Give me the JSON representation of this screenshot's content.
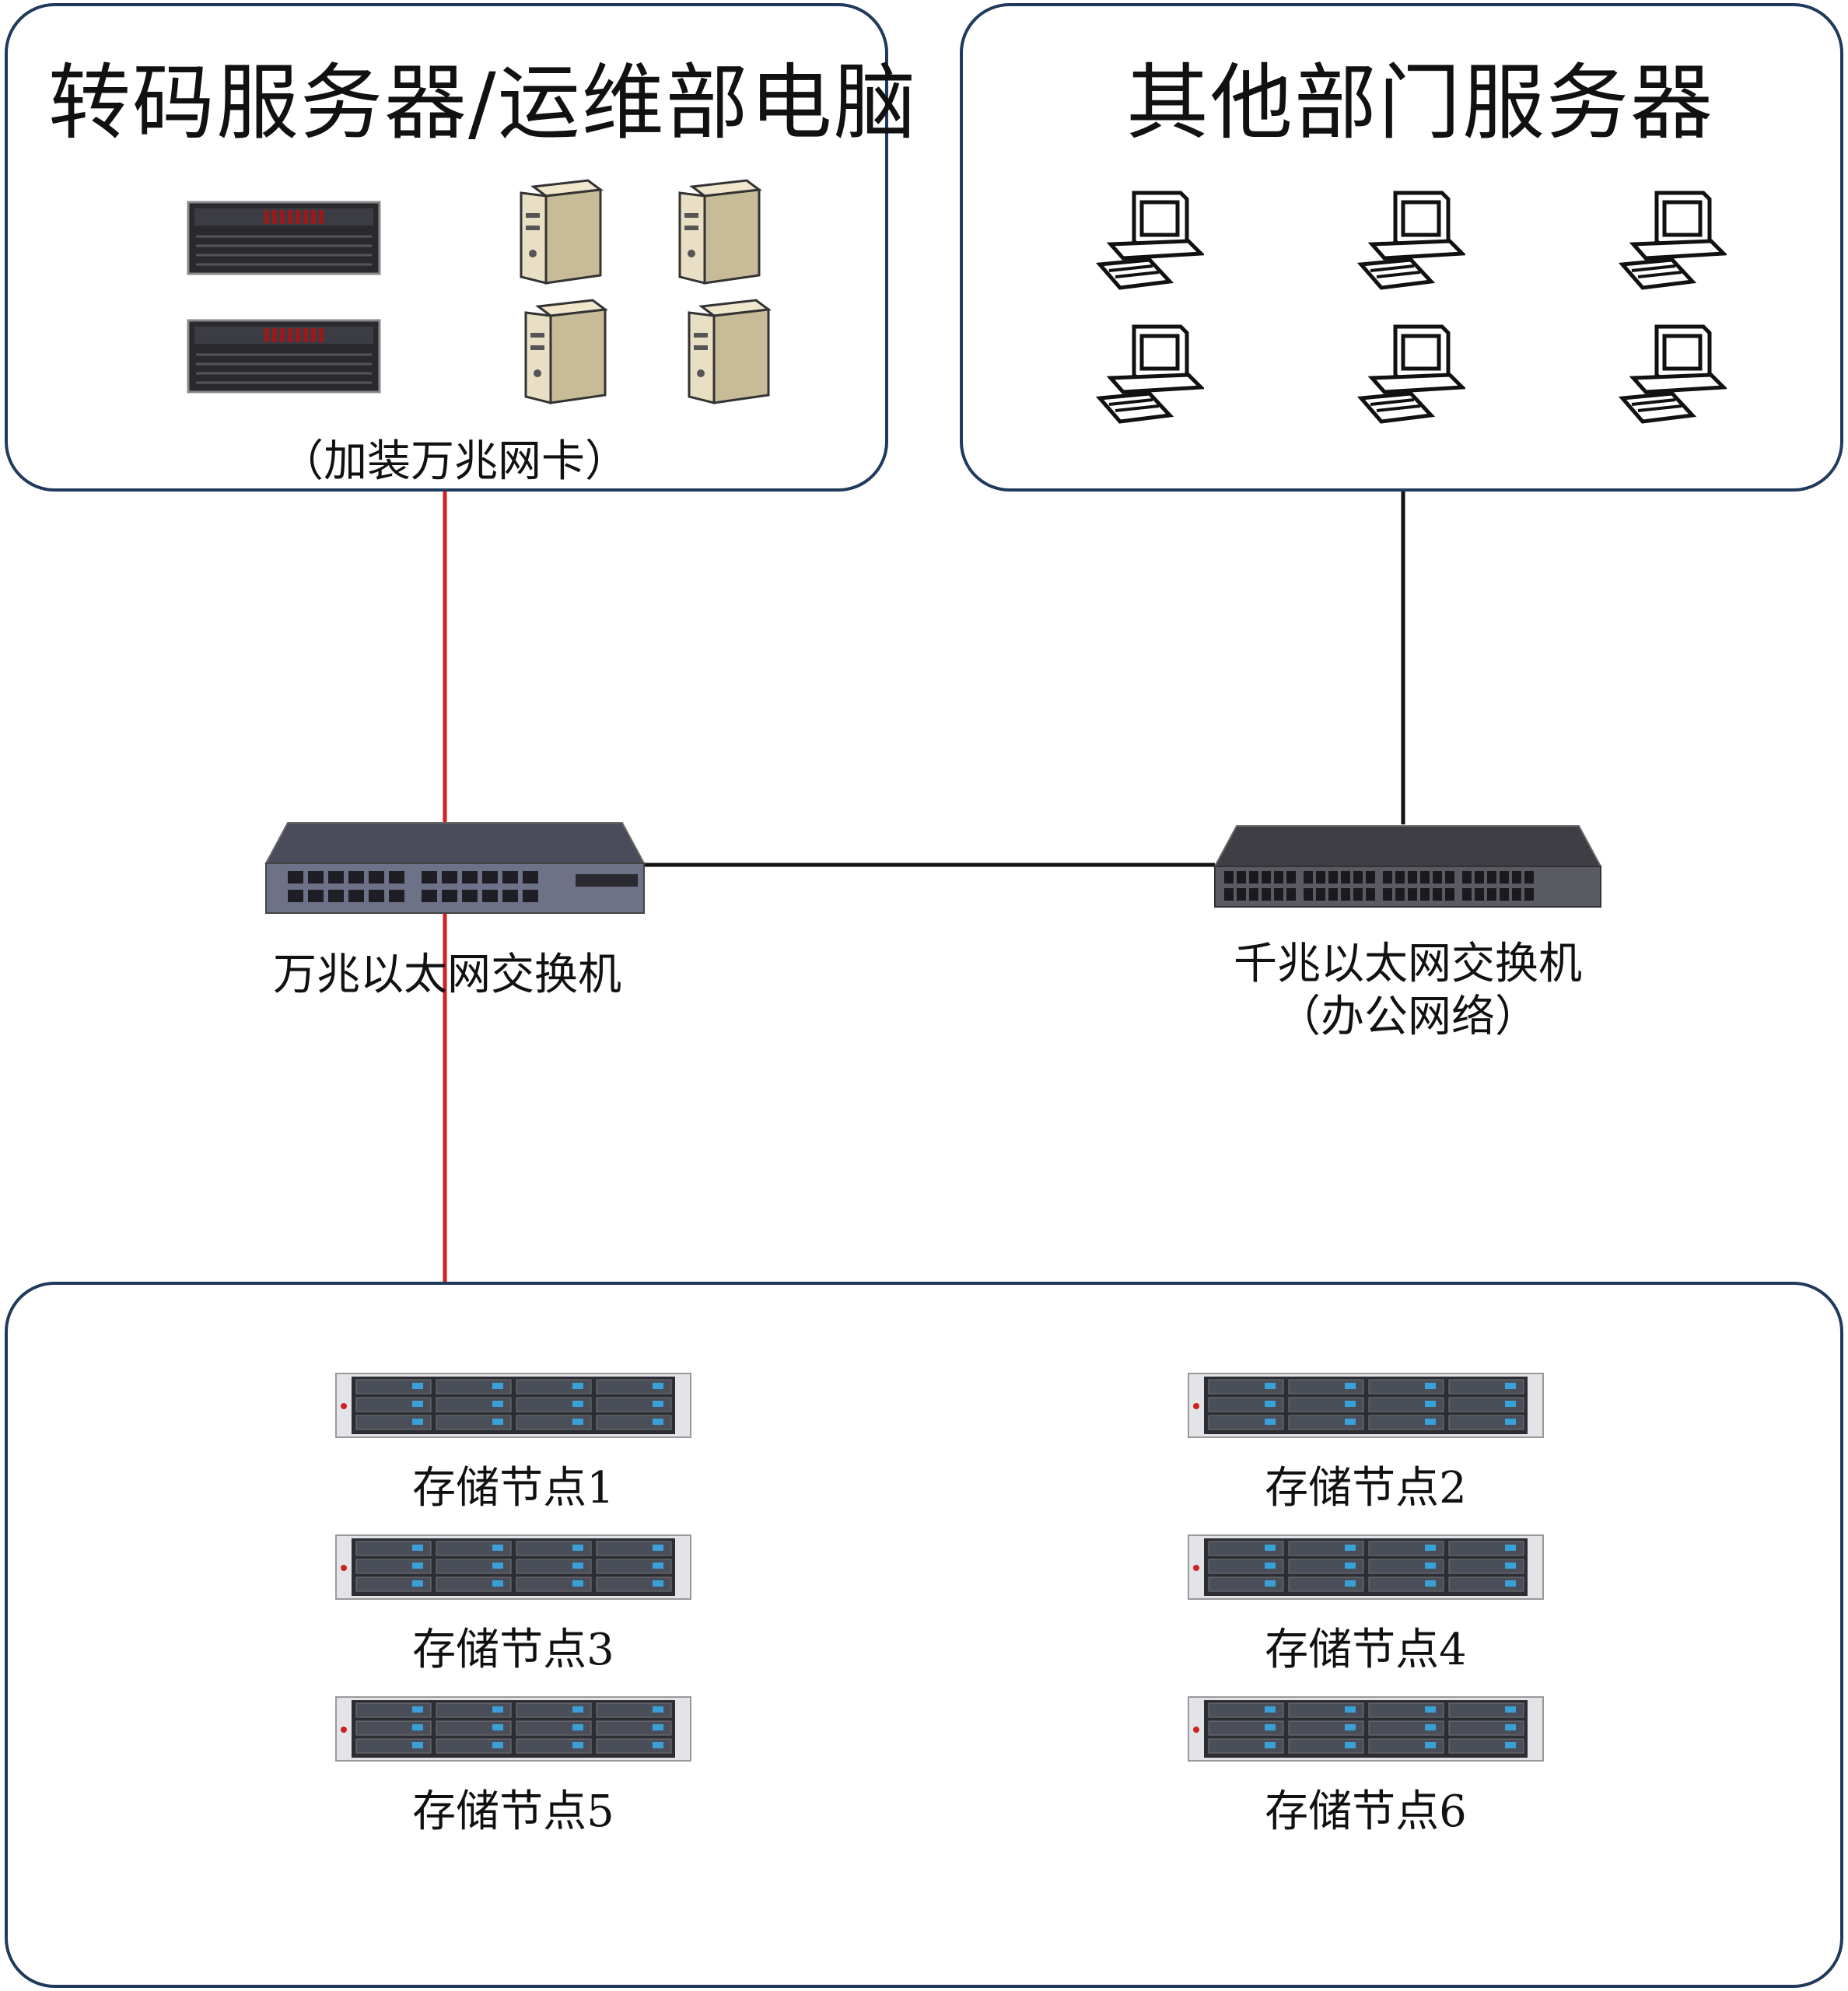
{
  "top_left": {
    "title": "转码服务器/运维部电脑",
    "note": "（加装万兆网卡）"
  },
  "top_right": {
    "title": "其他部门服务器"
  },
  "switch_10g": {
    "label": "万兆以太网交换机"
  },
  "switch_1g": {
    "label_line1": "千兆以太网交换机",
    "label_line2": "（办公网络）"
  },
  "storage": {
    "nodes": [
      "存储节点1",
      "存储节点2",
      "存储节点3",
      "存储节点4",
      "存储节点5",
      "存储节点6"
    ]
  },
  "colors": {
    "panel_border": "#1f3a5c",
    "link_10g": "#d42020",
    "link_1g": "#111111"
  }
}
